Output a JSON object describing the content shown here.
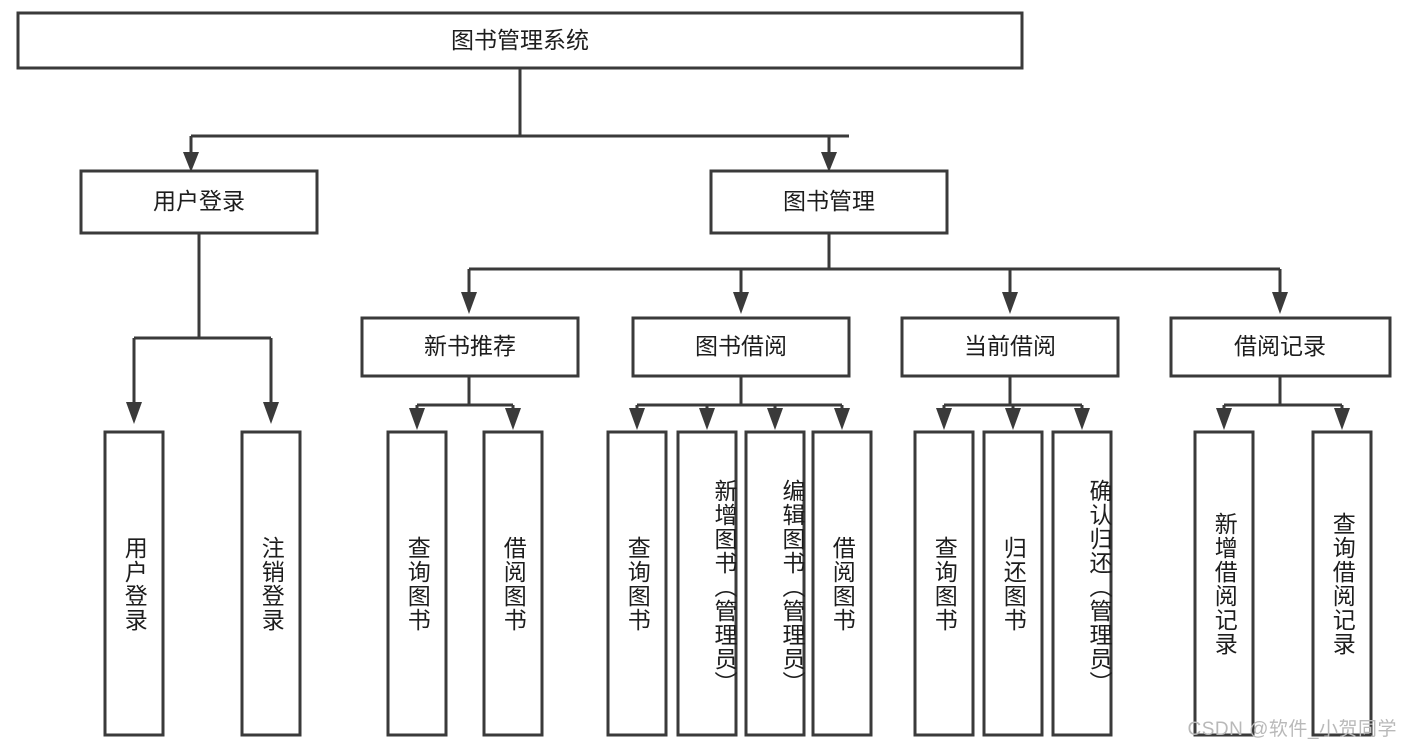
{
  "diagram": {
    "title": "图书管理系统",
    "type": "tree-hierarchy",
    "watermark": "CSDN @软件_小贺同学",
    "colors": {
      "background": "#ffffff",
      "box_stroke": "#3a3a3a",
      "box_fill": "#ffffff",
      "text": "#1d1d1d",
      "watermark": "#b9b9b9"
    },
    "levels": {
      "root": {
        "label": "图书管理系统"
      },
      "level2": [
        {
          "id": "user-login",
          "label": "用户登录"
        },
        {
          "id": "book-management",
          "label": "图书管理"
        }
      ],
      "level3": [
        {
          "id": "new-book-recommend",
          "label": "新书推荐"
        },
        {
          "id": "book-borrow",
          "label": "图书借阅"
        },
        {
          "id": "current-borrow",
          "label": "当前借阅"
        },
        {
          "id": "borrow-record",
          "label": "借阅记录"
        }
      ],
      "leaves": [
        {
          "id": "leaf-user-login",
          "label": "用户登录",
          "parent": "user-login"
        },
        {
          "id": "leaf-logout-login",
          "label": "注销登录",
          "parent": "user-login"
        },
        {
          "id": "leaf-query-book-1",
          "label": "查询图书",
          "parent": "new-book-recommend"
        },
        {
          "id": "leaf-borrow-book-1",
          "label": "借阅图书",
          "parent": "new-book-recommend"
        },
        {
          "id": "leaf-query-book-2",
          "label": "查询图书",
          "parent": "book-borrow"
        },
        {
          "id": "leaf-add-book",
          "label": "新增图书（管理员）",
          "parent": "book-borrow"
        },
        {
          "id": "leaf-edit-book",
          "label": "编辑图书（管理员）",
          "parent": "book-borrow"
        },
        {
          "id": "leaf-borrow-book-2",
          "label": "借阅图书",
          "parent": "book-borrow"
        },
        {
          "id": "leaf-query-book-3",
          "label": "查询图书",
          "parent": "current-borrow"
        },
        {
          "id": "leaf-return-book",
          "label": "归还图书",
          "parent": "current-borrow"
        },
        {
          "id": "leaf-confirm-return",
          "label": "确认归还（管理员）",
          "parent": "current-borrow"
        },
        {
          "id": "leaf-add-record",
          "label": "新增借阅记录",
          "parent": "borrow-record"
        },
        {
          "id": "leaf-query-record",
          "label": "查询借阅记录",
          "parent": "borrow-record"
        }
      ]
    }
  }
}
